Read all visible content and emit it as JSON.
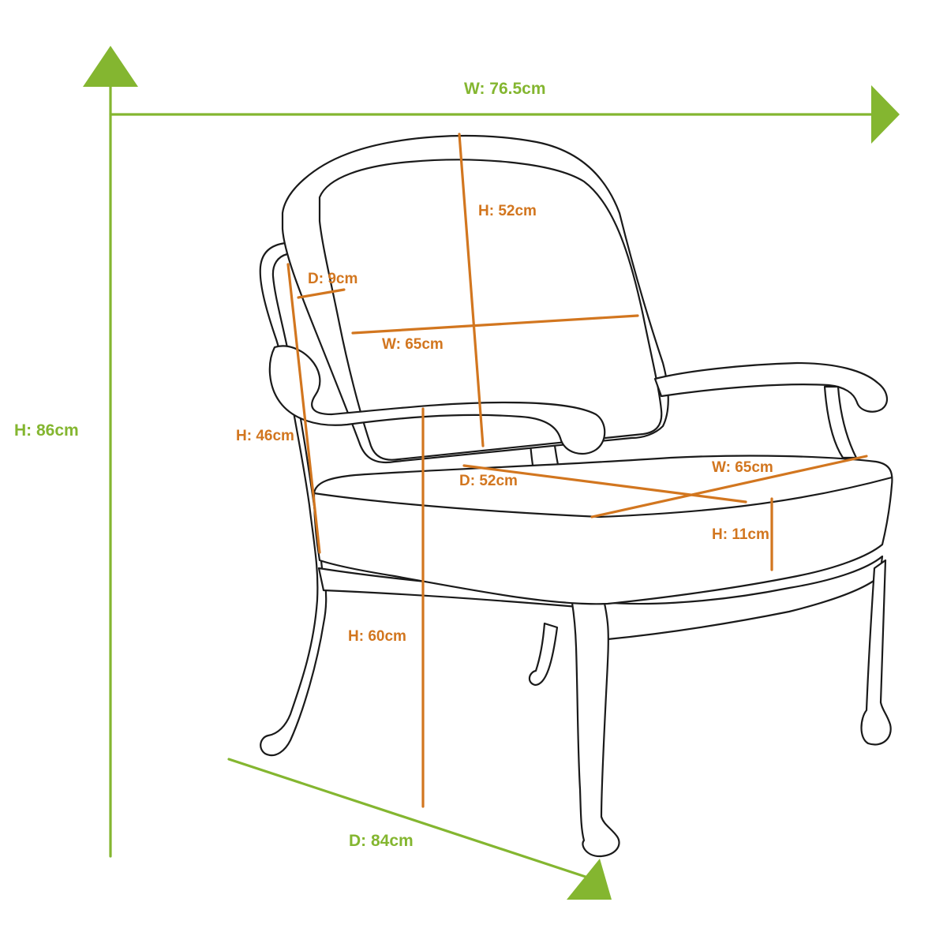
{
  "overall": {
    "width_label": "W: 76.5cm",
    "height_label": "H: 86cm",
    "depth_label": "D: 84cm"
  },
  "back_cushion": {
    "height_label": "H: 52cm",
    "width_label": "W: 65cm",
    "depth_label": "D: 9cm"
  },
  "seat": {
    "width_label": "W: 65cm",
    "depth_label": "D: 52cm",
    "cushion_height_label": "H: 11cm",
    "seat_height_label": "H: 60cm"
  },
  "arm": {
    "height_label": "H: 46cm"
  },
  "colors": {
    "overall_dimension": "#84b630",
    "component_dimension": "#d2761f",
    "outline": "#1a1a1a"
  }
}
